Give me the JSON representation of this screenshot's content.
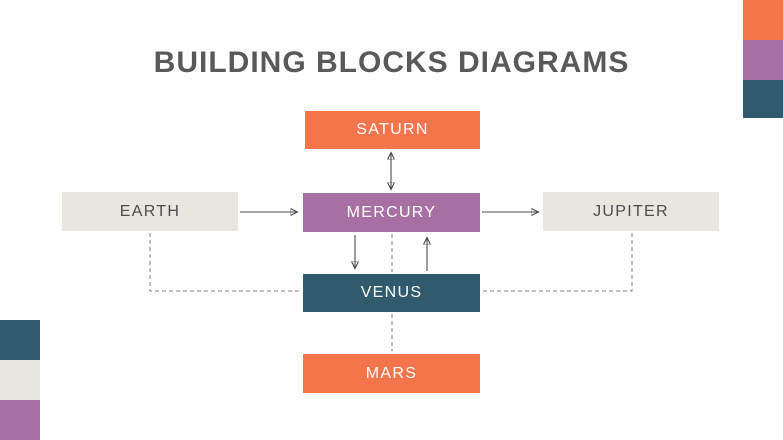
{
  "slide": {
    "title": "BUILDING BLOCKS DIAGRAMS"
  },
  "colors": {
    "orange": "#F4744C",
    "purple": "#A76FA2",
    "teal": "#315A6C",
    "beige": "#E9E5DF",
    "title_text": "#595959",
    "box_dark_text": "#4C4C4C",
    "box_light_text": "#FFFFFF",
    "arrow_line": "#4D4D4D",
    "dashed_line": "#808080",
    "background": "#FEFEFE"
  },
  "diagram": {
    "nodes": [
      {
        "id": "saturn",
        "label": "SATURN",
        "fill": "orange"
      },
      {
        "id": "earth",
        "label": "EARTH",
        "fill": "beige"
      },
      {
        "id": "mercury",
        "label": "MERCURY",
        "fill": "purple"
      },
      {
        "id": "jupiter",
        "label": "JUPITER",
        "fill": "beige"
      },
      {
        "id": "venus",
        "label": "VENUS",
        "fill": "teal"
      },
      {
        "id": "mars",
        "label": "MARS",
        "fill": "orange"
      }
    ],
    "connections": [
      {
        "from": "saturn",
        "to": "mercury",
        "style": "solid",
        "arrows": "both"
      },
      {
        "from": "earth",
        "to": "mercury",
        "style": "solid",
        "arrows": "end"
      },
      {
        "from": "mercury",
        "to": "jupiter",
        "style": "solid",
        "arrows": "end"
      },
      {
        "from": "mercury",
        "to": "venus",
        "style": "solid",
        "arrows": "end"
      },
      {
        "from": "venus",
        "to": "mercury",
        "style": "solid",
        "arrows": "end"
      },
      {
        "from": "mercury",
        "to": "venus",
        "style": "dashed",
        "arrows": "none"
      },
      {
        "from": "venus",
        "to": "mars",
        "style": "dashed",
        "arrows": "none"
      },
      {
        "from": "earth",
        "to": "venus",
        "style": "dashed",
        "arrows": "none"
      },
      {
        "from": "jupiter",
        "to": "venus",
        "style": "dashed",
        "arrows": "none"
      }
    ]
  },
  "decorations": {
    "top_right_blocks": [
      "orange",
      "purple",
      "teal"
    ],
    "bottom_left_blocks": [
      "teal",
      "beige",
      "purple"
    ]
  }
}
